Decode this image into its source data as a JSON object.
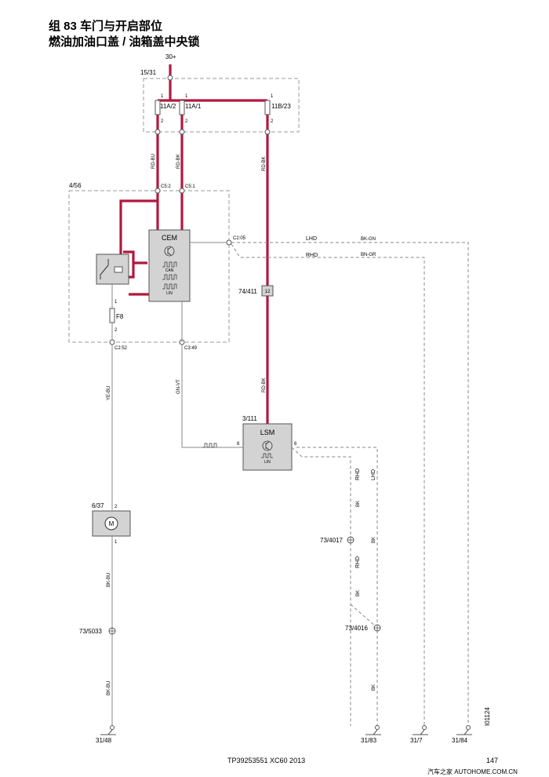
{
  "header": {
    "title_line1": "组 83 车门与开启部位",
    "title_line2": "燃油加油口盖 / 油箱盖中央锁"
  },
  "power": {
    "supply": "30+",
    "fuse_box_label": "15/31",
    "fuses": [
      {
        "label": "11A/2",
        "pin_top": "1",
        "pin_bottom": "2",
        "wire": "RD-BU"
      },
      {
        "label": "11A/1",
        "pin_top": "1",
        "pin_bottom": "2",
        "wire": "RD-BK"
      },
      {
        "label": "11B/23",
        "pin_top": "1",
        "pin_bottom": "2",
        "wire": "RD-BK"
      }
    ]
  },
  "cem": {
    "module_label": "4/56",
    "name": "CEM",
    "signals": [
      "CAN",
      "LIN"
    ],
    "connectors": {
      "c52": "C5:2",
      "c51": "C5:1",
      "c205": "C2:05",
      "c252": "C2:52",
      "c349": "C3:49"
    },
    "fuse_f8": {
      "label": "F8",
      "pin_top": "1",
      "pin_bottom": "2"
    },
    "outputs": [
      {
        "market": "LHD",
        "wire": "BK-GN"
      },
      {
        "market": "RHD",
        "wire": "BN-GR"
      }
    ]
  },
  "splice_74_411": {
    "label": "74/411",
    "pin": "12"
  },
  "lsm": {
    "module_label": "3/111",
    "name": "LSM",
    "signal": "LIN",
    "pin_in": "8",
    "pin_out": "6",
    "wire_in": "GN-VT",
    "wire_power": "RD-BK"
  },
  "motor": {
    "module_label": "6/37",
    "symbol": "M",
    "pin_top": "2",
    "pin_bottom": "1",
    "wire_in": "YE-BU",
    "wire_out": "BK-BU"
  },
  "ground_branch": {
    "rhd_label": "RHD",
    "lhd_label": "LHD",
    "wire_bk": "BK"
  },
  "splices": {
    "s4017": "73/4017",
    "s4016": "73/4016",
    "s5033": "73/5033"
  },
  "grounds": {
    "g48": "31/48",
    "g83": "31/83",
    "g7": "31/7",
    "g84": "31/84"
  },
  "footer": {
    "doc_id": "TP39253551 XC60 2013",
    "page": "147",
    "figure_id": "I01124",
    "watermark": "汽车之家  AUTOHOME.COM.CN"
  }
}
